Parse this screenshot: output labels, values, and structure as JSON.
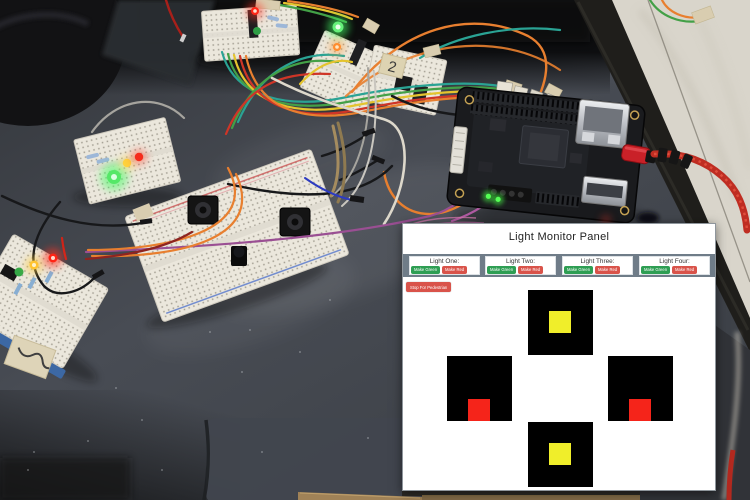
{
  "panel": {
    "title": "Light Monitor Panel",
    "lights": [
      {
        "label": "Light One:",
        "green_button": "Make Green",
        "red_button": "Make Red"
      },
      {
        "label": "Light Two:",
        "green_button": "Make Green",
        "red_button": "Make Red"
      },
      {
        "label": "Light Three:",
        "green_button": "Make Green",
        "red_button": "Make Red"
      },
      {
        "label": "Light Four:",
        "green_button": "Make Green",
        "red_button": "Make Red"
      }
    ],
    "pedestrian_button": "Stop For Pedestrian",
    "displays": [
      {
        "name": "light-display-top",
        "row": 0,
        "col": 1,
        "lit_color": "#f0ee2a",
        "lit_position": "middle"
      },
      {
        "name": "light-display-left",
        "row": 1,
        "col": 0,
        "lit_color": "#f5241a",
        "lit_position": "bottom"
      },
      {
        "name": "light-display-right",
        "row": 1,
        "col": 2,
        "lit_color": "#f5241a",
        "lit_position": "bottom"
      },
      {
        "name": "light-display-bottom",
        "row": 2,
        "col": 1,
        "lit_color": "#f0ee2a",
        "lit_position": "middle"
      }
    ],
    "colors": {
      "button_green": "#2e9e53",
      "button_red": "#d9534a",
      "bar_gray": "#6f7c88",
      "display_black": "#000000",
      "light_yellow": "#f0ee2a",
      "light_red": "#f5241a"
    }
  },
  "scene": {
    "tape_label": "2"
  }
}
